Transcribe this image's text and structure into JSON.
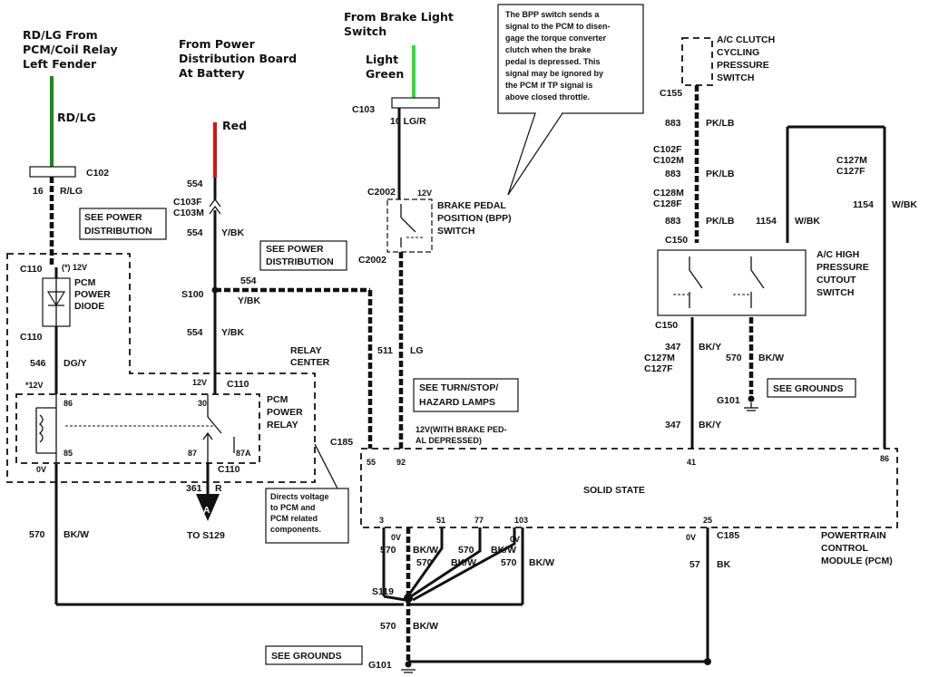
{
  "sources": {
    "rdlg": [
      "RD/LG From",
      "PCM/Coil Relay",
      "Left Fender"
    ],
    "power": [
      "From Power",
      "Distribution Board",
      "At Battery"
    ],
    "brake": [
      "From Brake Light",
      "Switch"
    ]
  },
  "wire_colors": {
    "rdlg": "RD/LG",
    "red": "Red",
    "light_green": [
      "Light",
      "Green"
    ],
    "hex": {
      "rdlg": "#1a8a1a",
      "red": "#e01010",
      "light_green": "#33dd33"
    }
  },
  "labels": {
    "c102": "C102",
    "c103": "C103",
    "w16": "16",
    "rlg": "R/LG",
    "w10": "10  LG/R",
    "see_pd": [
      "SEE POWER",
      "DISTRIBUTION"
    ],
    "w554": "554",
    "c103f": "C103F",
    "c103m": "C103M",
    "ybk": "Y/BK",
    "s100": "S100",
    "relay_center": [
      "RELAY",
      "CENTER"
    ],
    "v12": "12V",
    "c110": "C110",
    "star_12v": "(*) 12V",
    "diode": [
      "PCM",
      "POWER",
      "DIODE"
    ],
    "w546": "546",
    "dgy": "DG/Y",
    "star12v": "*12V",
    "pin86": "86",
    "pin85": "85",
    "pin30": "30",
    "pin87": "87",
    "pin87a": "87A",
    "pcm_relay": [
      "PCM",
      "POWER",
      "RELAY"
    ],
    "v0": "0V",
    "w361": "361",
    "r": "R",
    "a": "A",
    "to_s129": "TO S129",
    "w570": "570",
    "bkw": "BK/W",
    "c185": "C185",
    "c2002": "C2002",
    "bpp": [
      "BRAKE PEDAL",
      "POSITION (BPP)",
      "SWITCH"
    ],
    "w511": "511",
    "lg": "LG",
    "see_turn": [
      "SEE TURN/STOP/",
      "HAZARD LAMPS"
    ],
    "v12_brake": [
      "12V(WITH BRAKE PED-",
      "AL DEPRESSED)"
    ],
    "ac_clutch": [
      "A/C CLUTCH",
      "CYCLING",
      "PRESSURE",
      "SWITCH"
    ],
    "c155": "C155",
    "w883": "883",
    "pklb": "PK/LB",
    "c102f": "C102F",
    "c102m": "C102M",
    "c128m": "C128M",
    "c128f": "C128F",
    "w1154": "1154",
    "wbk": "W/BK",
    "c150": "C150",
    "c127m": "C127M",
    "c127f": "C127F",
    "ac_high": [
      "A/C HIGH",
      "PRESSURE",
      "CUTOUT",
      "SWITCH"
    ],
    "w347": "347",
    "bky": "BK/Y",
    "g101": "G101",
    "see_grounds": "SEE GROUNDS",
    "pcm_pins": {
      "p55": "55",
      "p92": "92",
      "p41": "41",
      "p86": "86",
      "p3": "3",
      "p51": "51",
      "p77": "77",
      "p103": "103",
      "p25": "25"
    },
    "solid_state": "SOLID STATE",
    "s119": "S119",
    "w57": "57",
    "bk": "BK",
    "pcm": [
      "POWERTRAIN",
      "CONTROL",
      "MODULE (PCM)"
    ]
  },
  "notes": {
    "relay": [
      "Directs voltage",
      "to   PCM   and",
      "PCM      related",
      "components."
    ],
    "bpp": [
      "The  BPP  switch  sends  a",
      "signal to the PCM to disen-",
      "gage the torque converter",
      "clutch  when  the  brake",
      "pedal  is  depressed.  This",
      "signal  may  be  ignored  by",
      "the  PCM  if  TP  signal  is",
      "above closed throttle."
    ]
  }
}
